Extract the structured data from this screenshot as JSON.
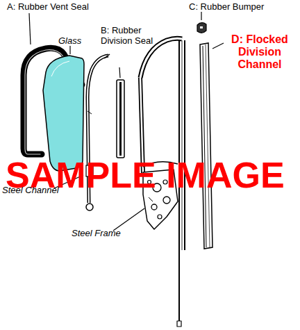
{
  "diagram": {
    "labels": [
      "A: Rubber Vent Seal",
      "Glass",
      "B: Rubber Division Seal",
      "C: Rubber Bumper",
      "D: Flocked Division Channel",
      "SAMPLE IMAGE",
      "Steel Channel",
      "Steel Frame"
    ]
  }
}
